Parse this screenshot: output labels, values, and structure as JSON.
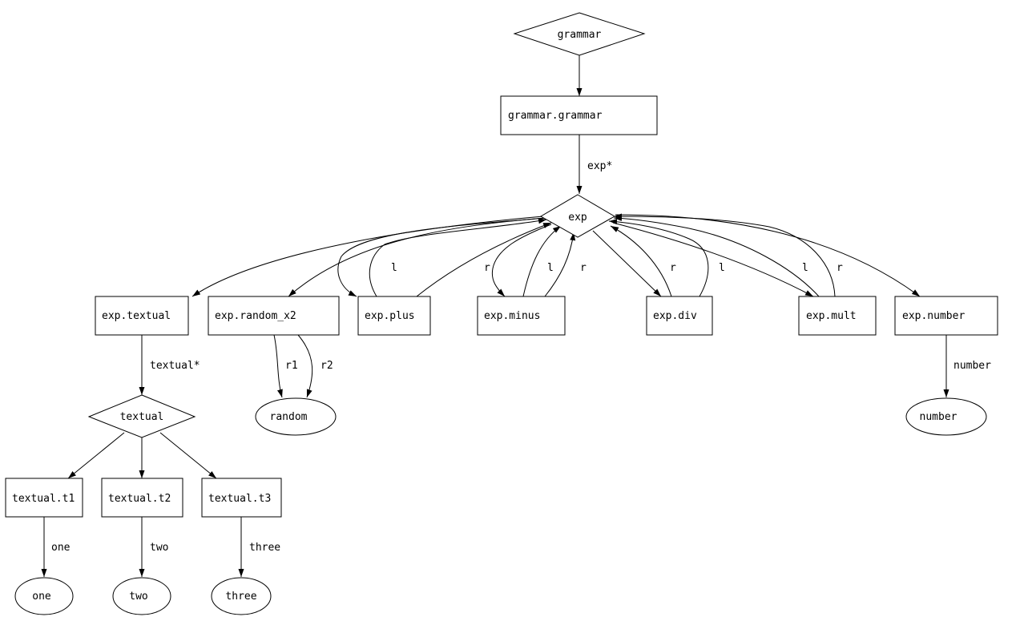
{
  "nodes": {
    "grammar": "grammar",
    "grammar_grammar": "grammar.grammar",
    "exp": "exp",
    "exp_textual": "exp.textual",
    "exp_random_x2": "exp.random_x2",
    "exp_plus": "exp.plus",
    "exp_minus": "exp.minus",
    "exp_div": "exp.div",
    "exp_mult": "exp.mult",
    "exp_number": "exp.number",
    "textual": "textual",
    "random": "random",
    "number": "number",
    "textual_t1": "textual.t1",
    "textual_t2": "textual.t2",
    "textual_t3": "textual.t3",
    "one": "one",
    "two": "two",
    "three": "three"
  },
  "edge_labels": {
    "exp_star": "exp*",
    "textual_star": "textual*",
    "r1": "r1",
    "r2": "r2",
    "number": "number",
    "one": "one",
    "two": "two",
    "three": "three",
    "plus_l": "l",
    "plus_r": "r",
    "minus_l": "l",
    "minus_r": "r",
    "div_r": "r",
    "div_l": "l",
    "mult_l": "l",
    "mult_r": "r"
  }
}
